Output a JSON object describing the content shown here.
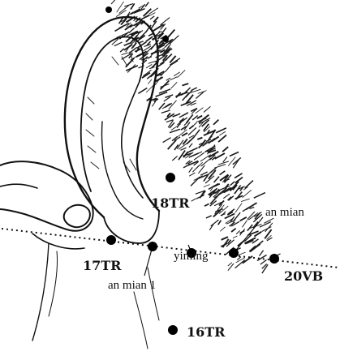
{
  "diagram": {
    "labels": {
      "tr18": "18TR",
      "tr17": "17TR",
      "yiming": "yiming",
      "an_mian_1": "an mian 1",
      "an_mian": "an mian",
      "vb20": "20VB",
      "tr16": "16TR"
    },
    "colors": {
      "ink": "#111111",
      "background": "#ffffff"
    }
  }
}
